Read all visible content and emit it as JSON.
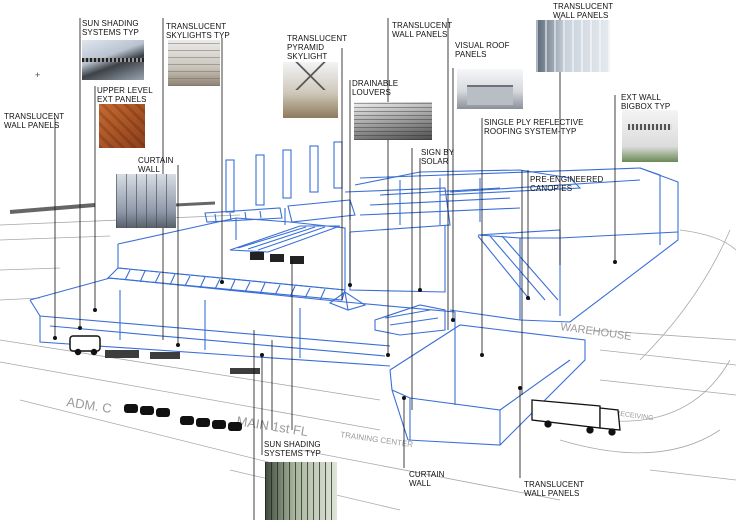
{
  "callouts": {
    "sun_shading_top": "SUN SHADING\nSYSTEMS TYP",
    "translucent_skylights": "TRANSLUCENT\nSKYLIGHTS TYP",
    "translucent_pyramid": "TRANSLUCENT\nPYRAMID\nSKYLIGHT",
    "translucent_wall_top_center": "TRANSLUCENT\nWALL PANELS",
    "translucent_wall_top_right": "TRANSLUCENT\nWALL PANELS",
    "translucent_wall_left": "TRANSLUCENT\nWALL PANELS",
    "upper_level_ext": "UPPER LEVEL\nEXT PANELS",
    "drainable_louvers": "DRAINABLE\nLOUVERS",
    "visual_roof": "VISUAL ROOF\nPANELS",
    "ext_wall_bigbox": "EXT WALL\nBIGBOX TYP",
    "single_ply": "SINGLE PLY REFLECTIVE\nROOFING SYSTEM-TYP",
    "sign_by_solar": "SIGN BY\nSOLAR",
    "curtain_wall_upper": "CURTAIN\nWALL",
    "pre_engineered": "PRE-ENGINEERED\nCANOPIES",
    "sun_shading_bottom": "SUN SHADING\nSYSTEMS TYP",
    "curtain_wall_lower": "CURTAIN\nWALL",
    "translucent_wall_bottom": "TRANSLUCENT\nWALL PANELS"
  },
  "plan_text": {
    "adm": "ADM. C",
    "main_fl": "MAIN 1st FL",
    "training_center": "TRAINING CENTER",
    "warehouse": "WAREHOUSE",
    "receiving": "RECEIVING"
  },
  "colors": {
    "building_line": "#3a6fd8",
    "leader_line": "#111111",
    "plan_line": "#a8a8a8"
  }
}
